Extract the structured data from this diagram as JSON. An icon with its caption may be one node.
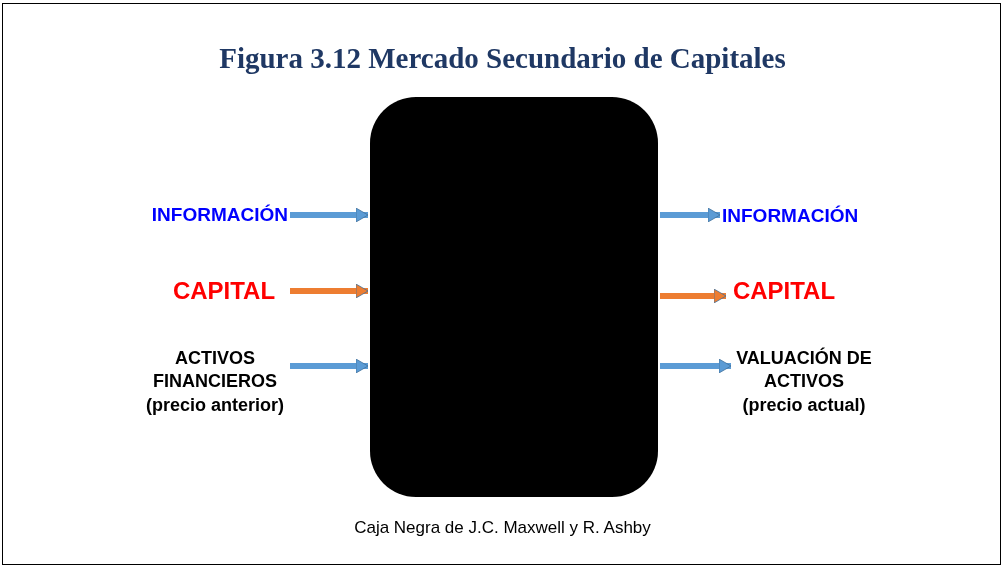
{
  "diagram": {
    "title": "Figura 3.12 Mercado Secundario de Capitales",
    "caption": "Caja Negra de J.C. Maxwell y R. Ashby",
    "nodes": [
      {
        "text": [],
        "shape": "box"
      },
      {
        "text": [
          "INFORMACIÓN"
        ]
      },
      {
        "text": [
          "CAPITAL"
        ]
      },
      {
        "text": [
          "ACTIVOS FINANCIEROS (precio anterior)"
        ]
      },
      {
        "text": [
          "INFORMACIÓN"
        ]
      },
      {
        "text": [
          "CAPITAL"
        ]
      },
      {
        "text": [
          "VALUACIÓN DE ACTIVOS (precio actual)"
        ]
      }
    ],
    "edges": [
      {
        "from": 1,
        "to": 0,
        "arrow": "to"
      },
      {
        "from": 2,
        "to": 0,
        "arrow": "to",
        "color": "#ed7d31"
      },
      {
        "from": 3,
        "to": 0,
        "arrow": "to"
      },
      {
        "from": 0,
        "to": 4,
        "arrow": "to"
      },
      {
        "from": 0,
        "to": 5,
        "arrow": "to",
        "color": "#ed7d31"
      },
      {
        "from": 0,
        "to": 6,
        "arrow": "to"
      }
    ]
  }
}
